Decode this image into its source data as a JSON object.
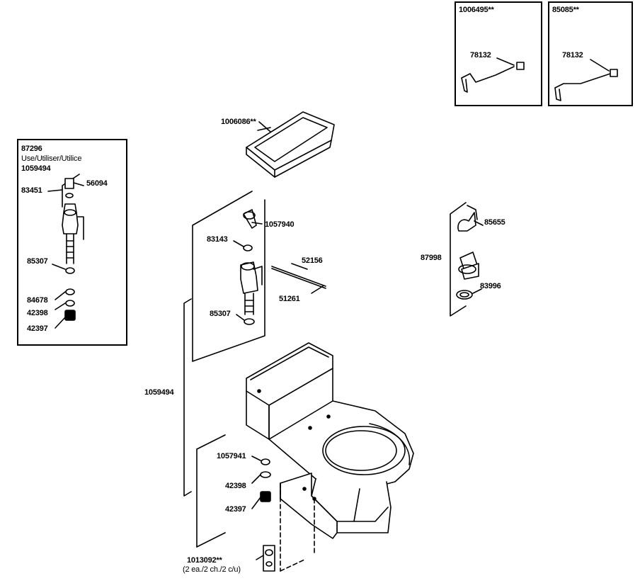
{
  "labels": {
    "lid": "1006086**",
    "fill_valve_kit": "87296",
    "use_note": "Use/Utiliser/Utilice",
    "use_part": "1059494",
    "p83451": "83451",
    "p56094": "56094",
    "p85307_left": "85307",
    "p84678": "84678",
    "p42398_left": "42398",
    "p42397_left": "42397",
    "p1057940": "1057940",
    "p83143": "83143",
    "p52156": "52156",
    "p51261": "51261",
    "p85307_center": "85307",
    "p1059494": "1059494",
    "p85655": "85655",
    "p87998": "87998",
    "p83996": "83996",
    "p1057941": "1057941",
    "p42398_center": "42398",
    "p42397_center": "42397",
    "p1013092": "1013092**",
    "p1013092_note": "(2 ea./2 ch./2 c/u)",
    "trip_box_1_title": "1006495**",
    "trip_box_1_part": "78132",
    "trip_box_2_title": "85085**",
    "trip_box_2_part": "78132"
  }
}
